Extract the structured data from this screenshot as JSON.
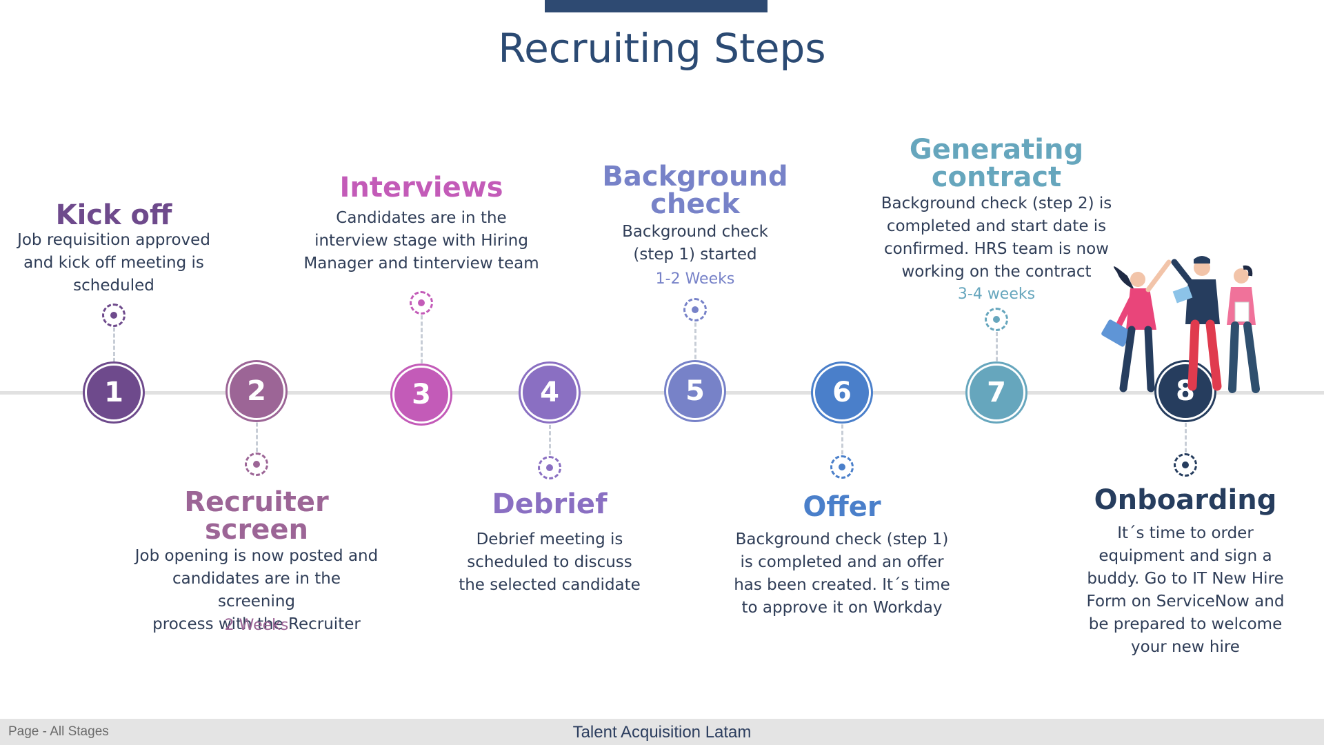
{
  "title": "Recruiting Steps",
  "colors": {
    "accent_bar": "#2e4a72",
    "step1": "#6e4a8c",
    "step2": "#9c6596",
    "step3": "#c35bb8",
    "step4": "#8a6fc2",
    "step5": "#7782c8",
    "step6": "#4a7fca",
    "step7": "#66a6bd",
    "step8": "#263d5e"
  },
  "steps": [
    {
      "number": "1",
      "title": "Kick off",
      "description": [
        "Job requisition approved",
        "and kick off meeting is",
        "scheduled"
      ],
      "duration": ""
    },
    {
      "number": "2",
      "title": [
        "Recruiter",
        "screen"
      ],
      "description": [
        "Job opening is now posted and",
        "candidates are in the screening",
        "process with the Recruiter"
      ],
      "duration": "2 Weeks"
    },
    {
      "number": "3",
      "title": "Interviews",
      "description": [
        "Candidates are in the",
        "interview stage with Hiring",
        "Manager and tinterview team"
      ],
      "duration": ""
    },
    {
      "number": "4",
      "title": "Debrief",
      "description": [
        "Debrief meeting is",
        "scheduled to discuss",
        "the selected candidate"
      ],
      "duration": ""
    },
    {
      "number": "5",
      "title": [
        "Background",
        "check"
      ],
      "description": [
        "Background check",
        "(step 1) started"
      ],
      "duration": "1-2 Weeks"
    },
    {
      "number": "6",
      "title": "Offer",
      "description": [
        "Background check (step 1)",
        "is completed and an offer",
        "has been created. It´s time",
        "to approve it on Workday"
      ],
      "duration": ""
    },
    {
      "number": "7",
      "title": [
        "Generating",
        "contract"
      ],
      "description": [
        "Background check (step 2) is",
        "completed and start date is",
        "confirmed. HRS team is now",
        "working on the contract"
      ],
      "duration": "3-4 weeks"
    },
    {
      "number": "8",
      "title": "Onboarding",
      "description": [
        "It´s time to order",
        "equipment and sign a",
        "buddy. Go to IT New Hire",
        "Form on ServiceNow and",
        "be prepared to welcome",
        "your new hire"
      ],
      "duration": ""
    }
  ],
  "footer": {
    "left": "Page - All Stages",
    "center": "Talent Acquisition Latam"
  }
}
